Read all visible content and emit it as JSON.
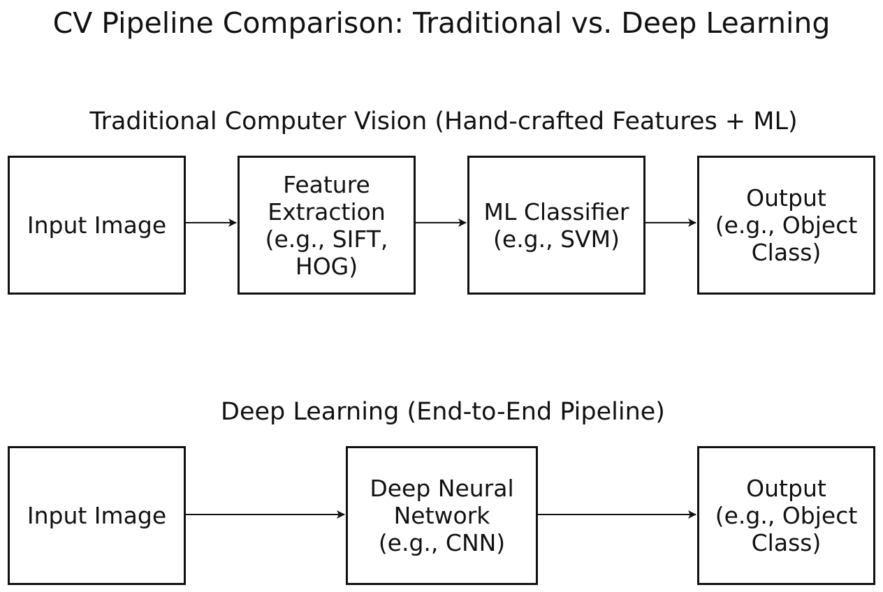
{
  "title": "CV Pipeline Comparison: Traditional vs. Deep Learning",
  "traditional": {
    "heading": "Traditional Computer Vision (Hand-crafted Features + ML)",
    "boxes": [
      {
        "label": "Input Image"
      },
      {
        "label": "Feature\nExtraction\n(e.g., SIFT,\nHOG)"
      },
      {
        "label": "ML Classifier\n(e.g., SVM)"
      },
      {
        "label": "Output\n(e.g., Object\nClass)"
      }
    ]
  },
  "deep_learning": {
    "heading": "Deep Learning (End-to-End Pipeline)",
    "boxes": [
      {
        "label": "Input Image"
      },
      {
        "label": "Deep Neural\nNetwork\n(e.g., CNN)"
      },
      {
        "label": "Output\n(e.g., Object\nClass)"
      }
    ]
  }
}
